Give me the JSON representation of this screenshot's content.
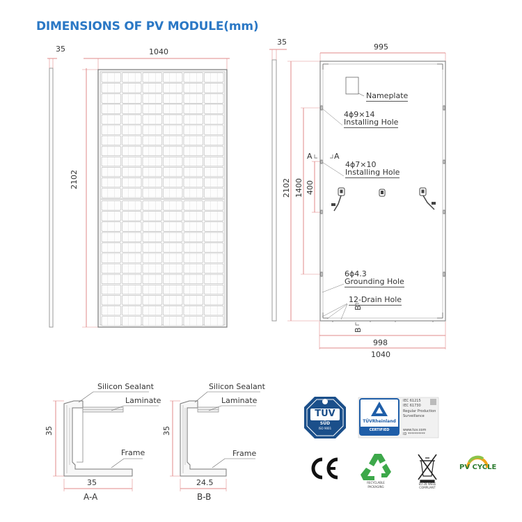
{
  "title": "DIMENSIONS OF PV MODULE(mm)",
  "front": {
    "thickness": "35",
    "width": "1040",
    "height": "2102"
  },
  "back": {
    "thickness": "35",
    "inner_width": "995",
    "outer_height": "2102",
    "hole_spacing": "1400",
    "hole_spacing_small": "400",
    "bottom_inner": "998",
    "bottom_outer": "1040",
    "section_a": "A",
    "section_b": "B",
    "nameplate": "Nameplate",
    "install_hole_1_spec": "4ϕ9×14",
    "install_hole_1_label": "Installing Hole",
    "install_hole_2_spec": "4ϕ7×10",
    "install_hole_2_label": "Installing Hole",
    "ground_spec": "6ϕ4.3",
    "ground_label": "Grounding Hole",
    "drain_label": "12-Drain Hole"
  },
  "section_aa": {
    "sealant": "Silicon Sealant",
    "laminate": "Laminate",
    "frame": "Frame",
    "height": "35",
    "width": "35",
    "name": "A-A"
  },
  "section_bb": {
    "sealant": "Silicon Sealant",
    "laminate": "Laminate",
    "frame": "Frame",
    "height": "35",
    "width": "24.5",
    "name": "B-B"
  },
  "certs": {
    "tuv_sud_top": "TÜV",
    "tuv_sud_bottom": "SÜD",
    "tuv_sud_iso": "ISO 9001",
    "tuv_rh_name": "TÜVRheinland",
    "tuv_rh_cert": "CERTIFIED",
    "tuv_rh_std1": "IEC 61215",
    "tuv_rh_std2": "IEC 61730",
    "tuv_rh_note1": "Regular Production",
    "tuv_rh_note2": "Surveillance",
    "tuv_rh_url": "www.tuv.com",
    "tuv_rh_id": "ID **********",
    "ce": "CE",
    "recycle_1": "RECYCLABLE",
    "recycle_2": "PACKAGING",
    "weee_1": "EU-28 WEEE",
    "weee_2": "COMPLIANT",
    "pvcycle": "PV CYCLE"
  },
  "colors": {
    "title": "#2b78c5",
    "dim_line": "#e08a8a",
    "frame": "#888888"
  }
}
